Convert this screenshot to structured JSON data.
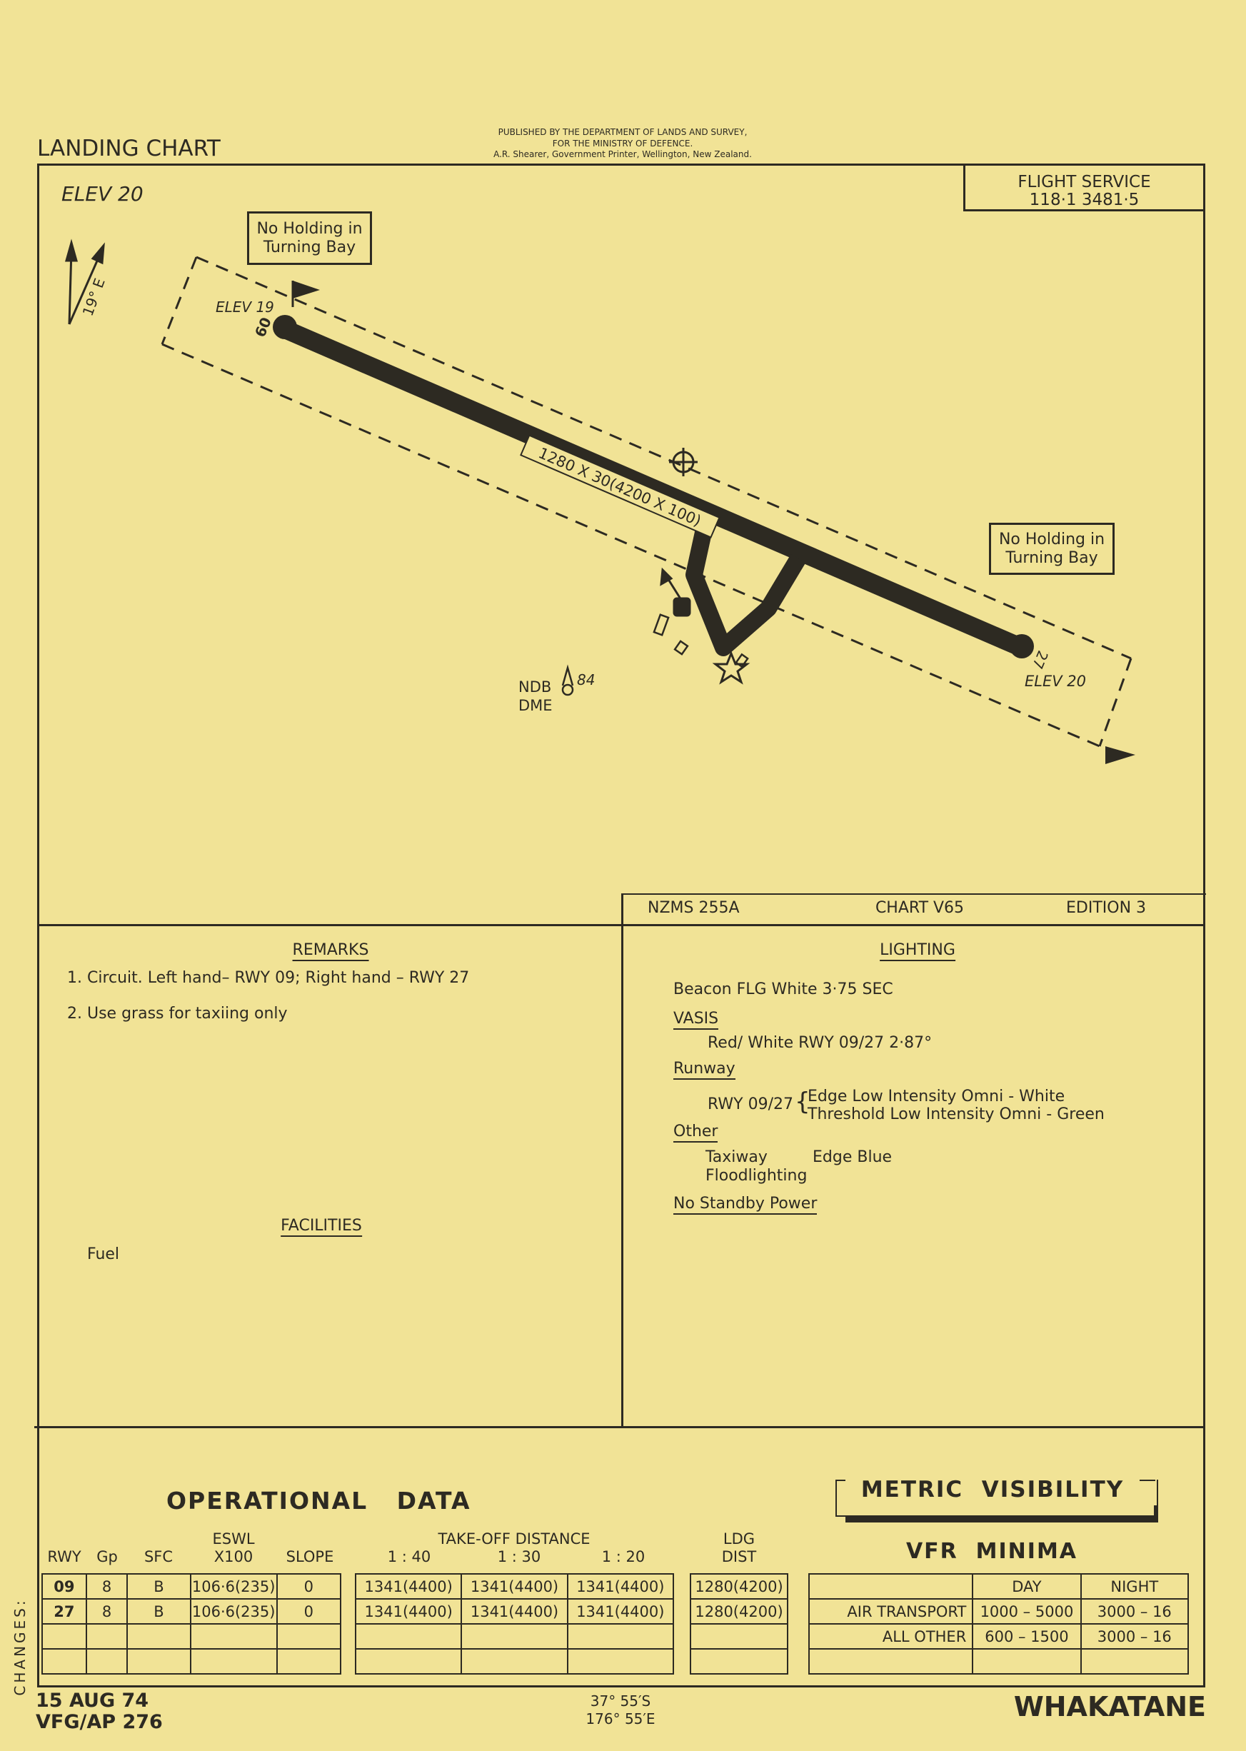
{
  "header": {
    "title": "LANDING CHART",
    "publisher": [
      "PUBLISHED BY THE DEPARTMENT OF LANDS AND SURVEY,",
      "FOR THE MINISTRY OF DEFENCE.",
      "A.R. Shearer, Government Printer, Wellington, New Zealand."
    ]
  },
  "map": {
    "elevation": "ELEV 20",
    "flight_service": {
      "label": "FLIGHT SERVICE",
      "freqs": "118·1  3481·5"
    },
    "north_variation": "19° E",
    "no_holding_1": [
      "No Holding in",
      "Turning Bay"
    ],
    "no_holding_2": [
      "No Holding in",
      "Turning Bay"
    ],
    "elev_west": "ELEV 19",
    "rwy_west": "09",
    "rwy_east": "27",
    "elev_east": "ELEV 20",
    "runway_dims": "1280 X 30(4200 X 100)",
    "ndb": "NDB",
    "dme": "DME",
    "ndb_elev": "84"
  },
  "chart_info": {
    "series": "NZMS 255A",
    "chart": "CHART V65",
    "edition": "EDITION 3"
  },
  "remarks": {
    "heading": "REMARKS",
    "items": [
      "1. Circuit. Left hand– RWY 09; Right hand – RWY 27",
      "2. Use grass for taxiing only"
    ]
  },
  "facilities": {
    "heading": "FACILITIES",
    "items": [
      "Fuel"
    ]
  },
  "lighting": {
    "heading": "LIGHTING",
    "beacon": "Beacon FLG White 3·75 SEC",
    "vasis_label": "VASIS",
    "vasis": "Red/ White RWY 09/27  2·87°",
    "runway_label": "Runway",
    "runway_rwy": "RWY 09/27",
    "runway_edge": "Edge Low Intensity Omni - White",
    "runway_threshold": "Threshold Low Intensity Omni - Green",
    "other_label": "Other",
    "taxiway": "Taxiway",
    "taxiway_edge": "Edge Blue",
    "floodlighting": "Floodlighting",
    "standby": "No Standby Power"
  },
  "operational": {
    "title": "OPERATIONAL   DATA",
    "headers": {
      "rwy": "RWY",
      "gp": "Gp",
      "sfc": "SFC",
      "eswl": "ESWL",
      "eswl_sub": "X100",
      "slope": "SLOPE",
      "tod": "TAKE-OFF DISTANCE",
      "r40": "1 : 40",
      "r30": "1 : 30",
      "r20": "1 : 20",
      "ldg": "LDG",
      "dist": "DIST"
    },
    "rows": [
      {
        "rwy": "09",
        "gp": "8",
        "sfc": "B",
        "eswl": "106·6(235)",
        "slope": "0",
        "t40": "1341(4400)",
        "t30": "1341(4400)",
        "t20": "1341(4400)",
        "ldg": "1280(4200)"
      },
      {
        "rwy": "27",
        "gp": "8",
        "sfc": "B",
        "eswl": "106·6(235)",
        "slope": "0",
        "t40": "1341(4400)",
        "t30": "1341(4400)",
        "t20": "1341(4400)",
        "ldg": "1280(4200)"
      }
    ]
  },
  "visibility": {
    "metric": "METRIC  VISIBILITY",
    "vfr": "VFR  MINIMA",
    "day": "DAY",
    "night": "NIGHT",
    "rows": [
      {
        "label": "AIR TRANSPORT",
        "day": "1000 – 5000",
        "night": "3000 – 16"
      },
      {
        "label": "ALL OTHER",
        "day": "600 – 1500",
        "night": "3000 – 16"
      }
    ]
  },
  "footer": {
    "changes": "CHANGES:",
    "date": "15 AUG 74",
    "ref": "VFG/AP 276",
    "lat": "37° 55′S",
    "lon": "176° 55′E",
    "place": "WHAKATANE"
  }
}
